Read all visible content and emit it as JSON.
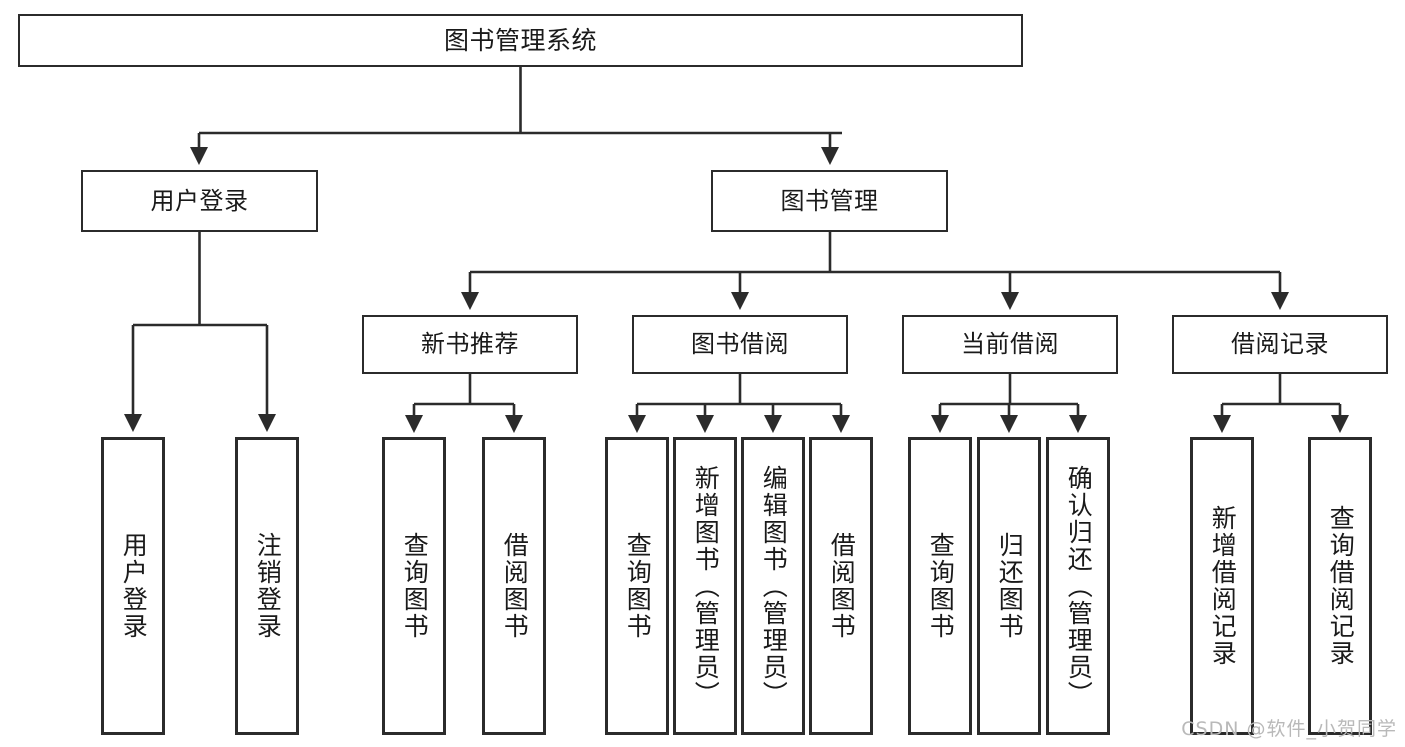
{
  "diagram": {
    "title": "图书管理系统",
    "type": "tree-hierarchy-chart",
    "colors": {
      "box_border": "#2b2b2b",
      "box_fill": "#ffffff",
      "connector": "#2b2b2b",
      "background": "#ffffff",
      "watermark": "#b9b9b9"
    },
    "root": {
      "label": "图书管理系统"
    },
    "level2": [
      {
        "label": "用户登录"
      },
      {
        "label": "图书管理"
      }
    ],
    "level3": [
      {
        "label": "新书推荐"
      },
      {
        "label": "图书借阅"
      },
      {
        "label": "当前借阅"
      },
      {
        "label": "借阅记录"
      }
    ],
    "leaves": [
      {
        "label": "用户登录",
        "parent": "用户登录"
      },
      {
        "label": "注销登录",
        "parent": "用户登录"
      },
      {
        "label": "查询图书",
        "parent": "新书推荐"
      },
      {
        "label": "借阅图书",
        "parent": "新书推荐"
      },
      {
        "label": "查询图书",
        "parent": "图书借阅"
      },
      {
        "label": "新增图书（管理员）",
        "parent": "图书借阅"
      },
      {
        "label": "编辑图书（管理员）",
        "parent": "图书借阅"
      },
      {
        "label": "借阅图书",
        "parent": "图书借阅"
      },
      {
        "label": "查询图书",
        "parent": "当前借阅"
      },
      {
        "label": "归还图书",
        "parent": "当前借阅"
      },
      {
        "label": "确认归还（管理员）",
        "parent": "当前借阅"
      },
      {
        "label": "新增借阅记录",
        "parent": "借阅记录"
      },
      {
        "label": "查询借阅记录",
        "parent": "借阅记录"
      }
    ]
  },
  "watermark": {
    "text": "CSDN @软件_小贺同学"
  }
}
